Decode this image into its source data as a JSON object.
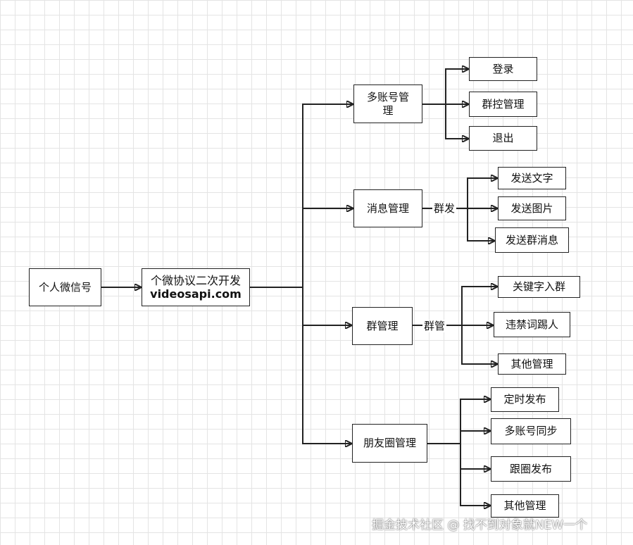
{
  "nodes": {
    "root": "个人微信号",
    "api_line1": "个微协议二次开发",
    "api_line2": "videosapi.com",
    "multi_account": "多账号管理",
    "login": "登录",
    "group_control": "群控管理",
    "logout": "退出",
    "message_mgmt": "消息管理",
    "send_text": "发送文字",
    "send_image": "发送图片",
    "send_group_msg": "发送群消息",
    "group_mgmt": "群管理",
    "keyword_join": "关键字入群",
    "banned_word_kick": "违禁词踢人",
    "other_mgmt_1": "其他管理",
    "moments_mgmt": "朋友圈管理",
    "scheduled_post": "定时发布",
    "multi_account_sync": "多账号同步",
    "follow_post": "跟圈发布",
    "other_mgmt_2": "其他管理"
  },
  "edge_labels": {
    "mass_send": "群发",
    "group_manage": "群管"
  },
  "watermark": "掘金技术社区 @ 找不到对象就NEW一个"
}
